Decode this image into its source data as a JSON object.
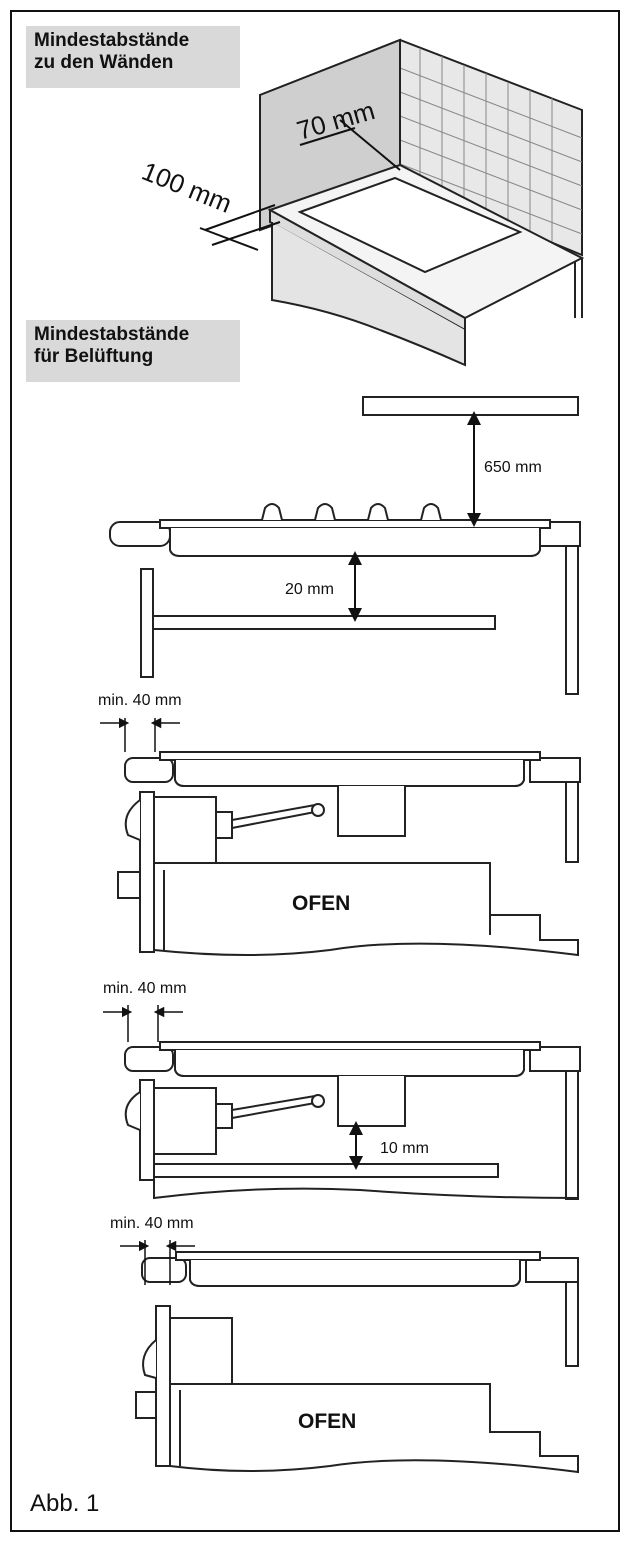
{
  "sections": {
    "walls_title_line1": "Mindestabstände",
    "walls_title_line2": "zu den Wänden",
    "vent_title_line1": "Mindestabstände",
    "vent_title_line2": "für Belüftung"
  },
  "dimensions": {
    "back_wall": "70 mm",
    "side_wall": "100 mm",
    "top_clearance": "650 mm",
    "under_clearance": "20 mm",
    "min_side_1": "min. 40 mm",
    "min_side_2": "min. 40 mm",
    "min_side_3": "min. 40 mm",
    "under_box": "10 mm"
  },
  "ovens": {
    "oven_1": "OFEN",
    "oven_2": "OFEN"
  },
  "caption": "Abb. 1"
}
